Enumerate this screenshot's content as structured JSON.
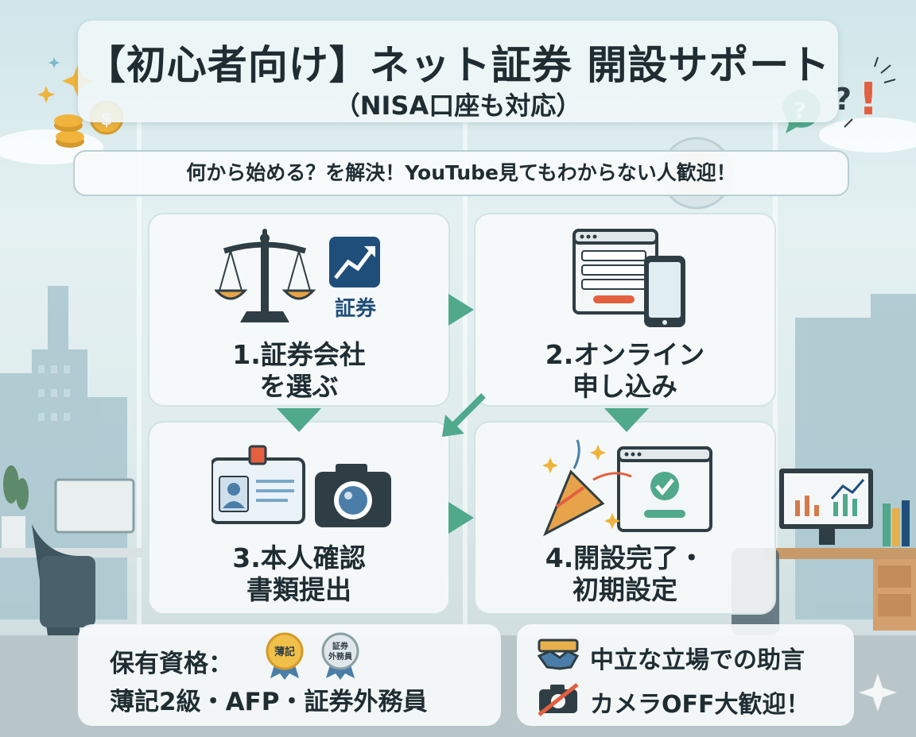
{
  "header": {
    "title": "【初心者向け】ネット証券 開設サポート",
    "subtitle": "（NISA口座も対応）"
  },
  "tagline": "何から始める？を解決！YouTube見てもわからない人歓迎！",
  "steps": [
    {
      "line1": "1.証券会社",
      "line2": "を選ぶ",
      "badge": "証券"
    },
    {
      "line1": "2.オンライン",
      "line2": "申し込み"
    },
    {
      "line1": "3.本人確認",
      "line2": "書類提出"
    },
    {
      "line1": "4.開設完了・",
      "line2": "初期設定"
    }
  ],
  "qualifications": {
    "label": "保有資格：",
    "list": "薄記2級・AFP・証券外務員",
    "badge1": "薄記",
    "badge2_line1": "証券",
    "badge2_line2": "外務員"
  },
  "features": [
    {
      "text": "中立な立場での助言",
      "icon": "handshake-icon"
    },
    {
      "text": "カメラOFF大歓迎！",
      "icon": "camera-off-icon"
    }
  ],
  "colors": {
    "accent_green": "#4fa98a",
    "text_dark": "#1f2d33",
    "brand_blue": "#1f4e7a",
    "gold": "#e7b04a",
    "red_accent": "#e2603f"
  }
}
